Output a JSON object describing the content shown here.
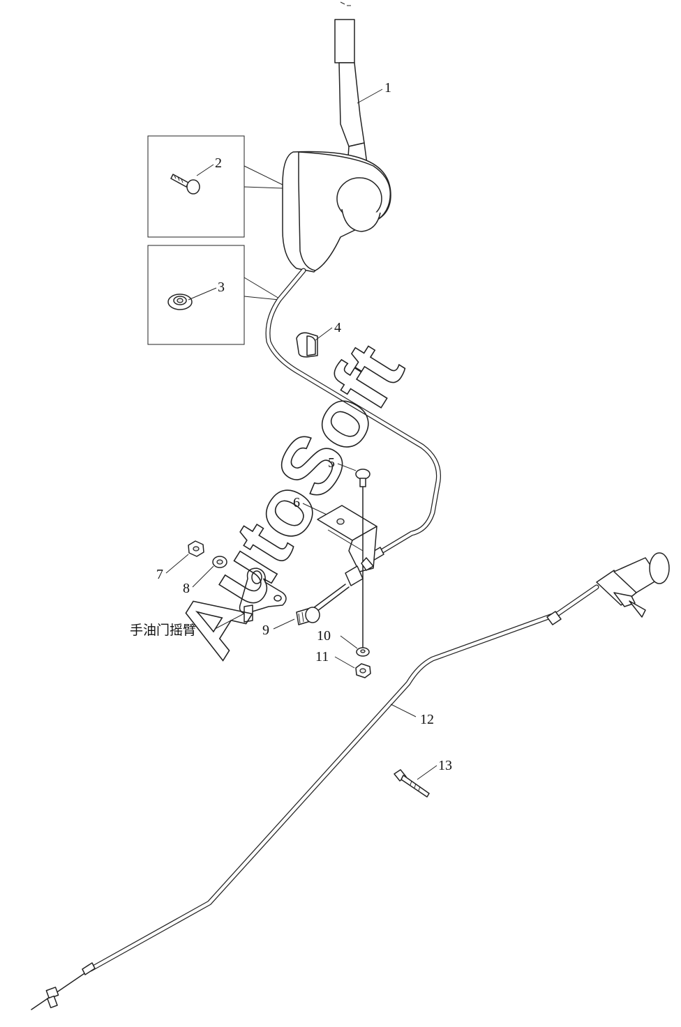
{
  "callouts": {
    "c1": "1",
    "c2": "2",
    "c3": "3",
    "c4": "4",
    "c5": "5",
    "c6": "6",
    "c7": "7",
    "c8": "8",
    "c9": "9",
    "c10": "10",
    "c11": "11",
    "c12": "12",
    "c13": "13"
  },
  "labels": {
    "hand_throttle_rocker_arm": "手油门摇臂"
  },
  "watermark": "AutoSoft",
  "colors": {
    "line": "#222222",
    "background": "#ffffff"
  }
}
